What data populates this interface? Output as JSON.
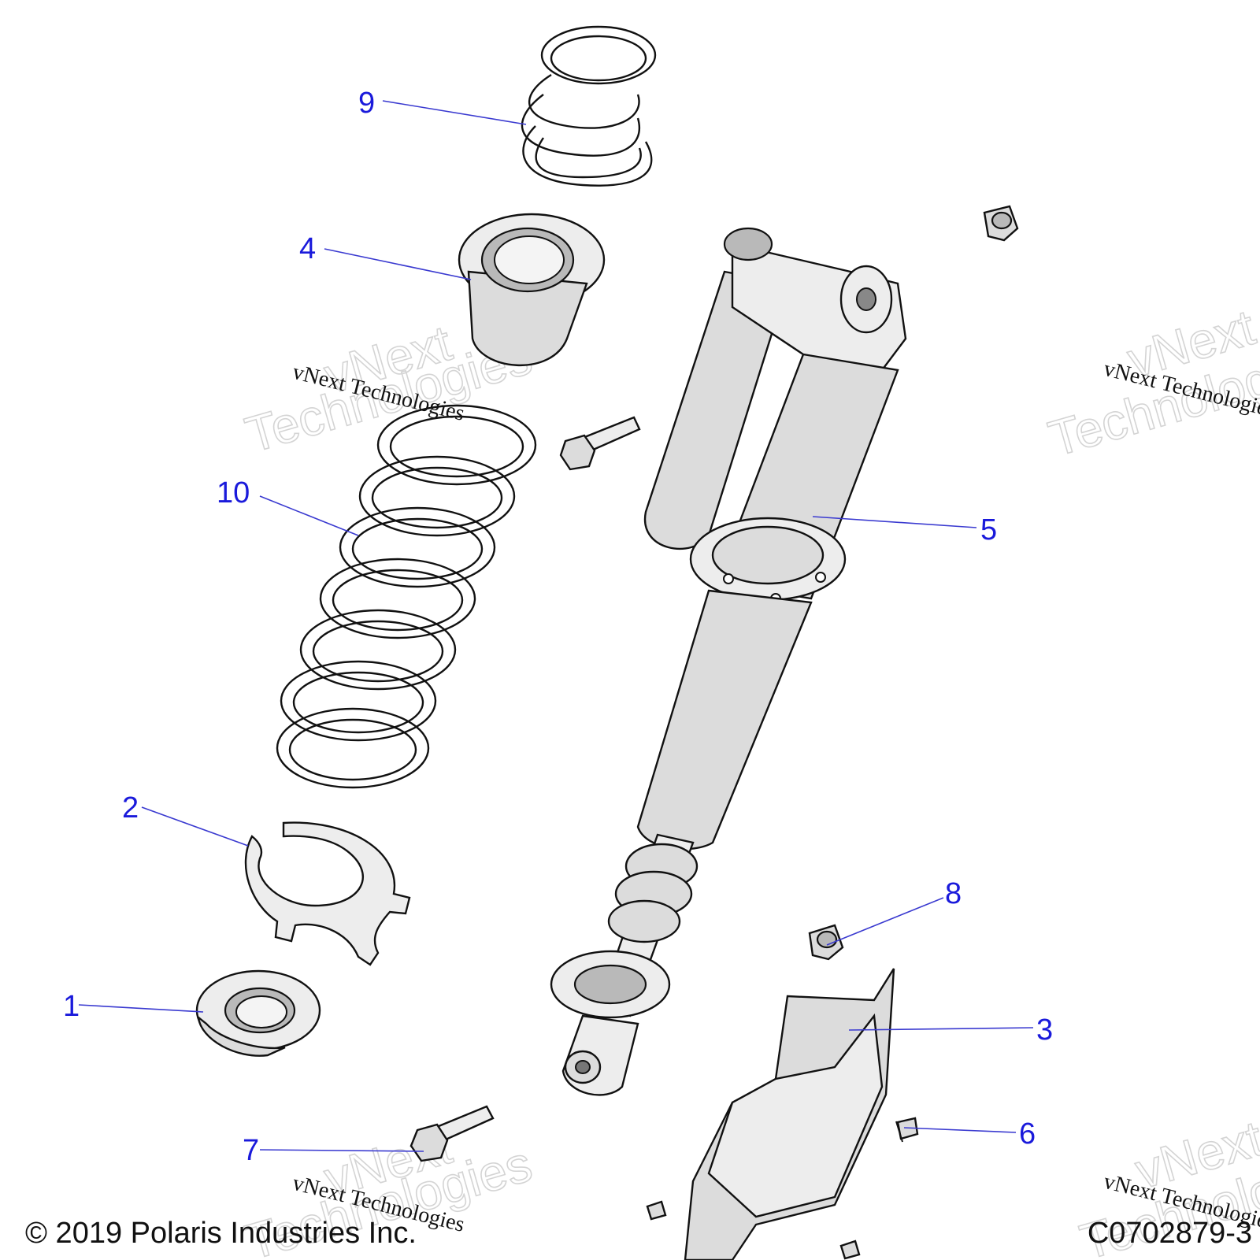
{
  "callouts": {
    "c1": "1",
    "c2": "2",
    "c3": "3",
    "c4": "4",
    "c5": "5",
    "c6": "6",
    "c7": "7",
    "c8": "8",
    "c9": "9",
    "c10": "10"
  },
  "watermark": {
    "small": "vNext Technologies",
    "big_line1": "vNext",
    "big_line2": "Technologies"
  },
  "footer": {
    "copyright": "© 2019 Polaris Industries Inc.",
    "diagram_id": "C0702879-3"
  },
  "colors": {
    "callout": "#1a1adb",
    "line": "#111111",
    "part_fill": "#dcdcdc"
  }
}
